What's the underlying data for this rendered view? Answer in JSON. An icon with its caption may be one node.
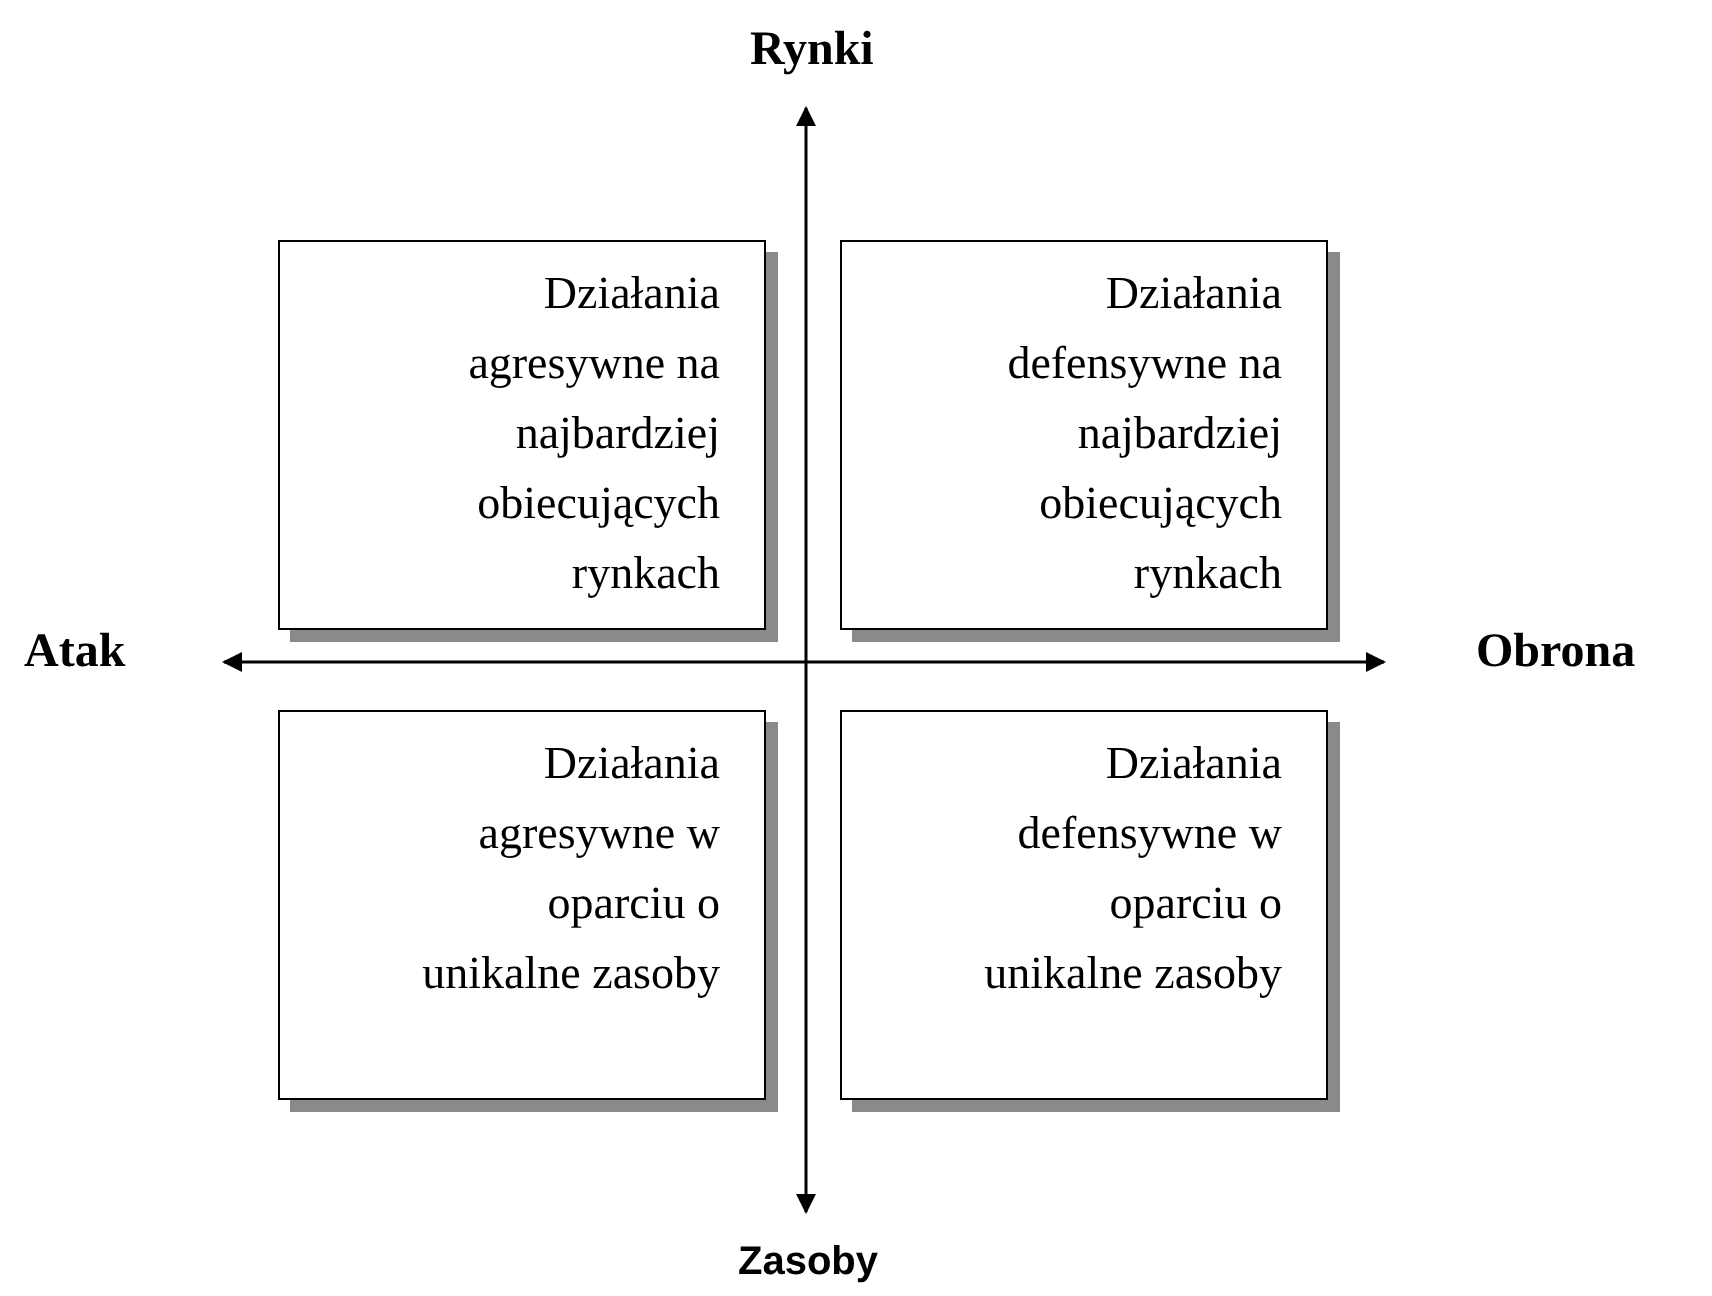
{
  "diagram": {
    "nodes": [
      {
        "text": [
          "Działania agresywne na najbardziej obiecujących rynkach"
        ]
      },
      {
        "text": [
          "Działania defensywne na najbardziej obiecujących rynkach"
        ]
      },
      {
        "text": [
          "Działania agresywne w oparciu o unikalne zasoby"
        ]
      },
      {
        "text": [
          "Działania defensywne w oparciu o unikalne zasoby"
        ]
      }
    ],
    "labels": [
      "Rynki",
      "Atak",
      "Obrona",
      "Zasoby"
    ]
  }
}
